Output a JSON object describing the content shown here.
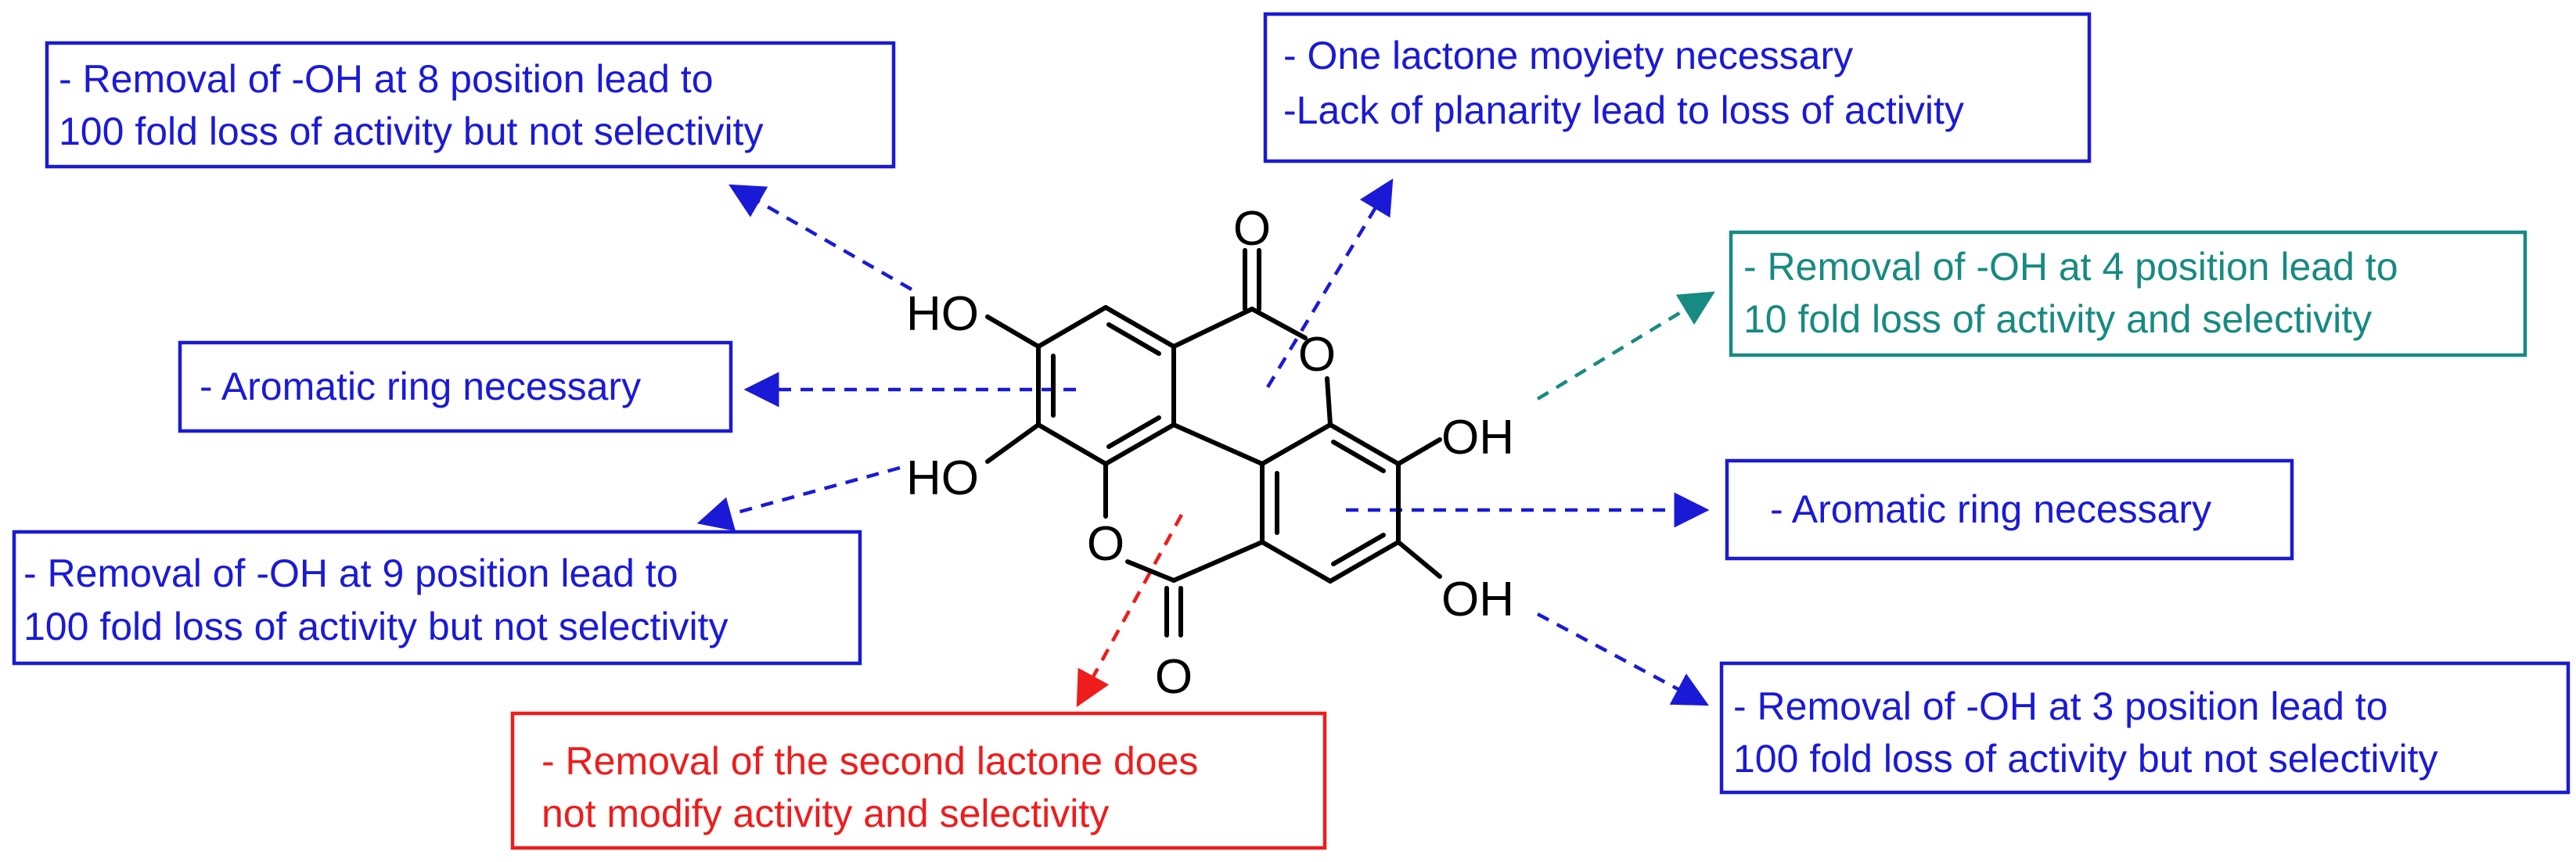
{
  "colors": {
    "blue": "#1a1ad6",
    "teal": "#178a82",
    "red": "#ee1c1c",
    "black": "#000000"
  },
  "annotations": {
    "oh8": {
      "line1": "- Removal of -OH at 8 position lead to",
      "line2": "100 fold loss of activity but not selectivity",
      "color": "blue"
    },
    "lactone_top": {
      "line1": "- One lactone moyiety necessary",
      "line2": "-Lack of planarity lead to loss of activity",
      "color": "blue"
    },
    "oh4": {
      "line1": "- Removal of -OH at 4 position lead to",
      "line2": "10 fold loss of activity and selectivity",
      "color": "teal"
    },
    "arom_left": {
      "line1": "- Aromatic ring necessary",
      "color": "blue"
    },
    "arom_right": {
      "line1": "- Aromatic ring necessary",
      "color": "blue"
    },
    "oh9": {
      "line1": "- Removal of -OH at 9 position lead to",
      "line2": "100 fold loss of activity but not selectivity",
      "color": "blue"
    },
    "oh3": {
      "line1": "- Removal of -OH at 3 position lead to",
      "line2": "100 fold loss of activity but not selectivity",
      "color": "blue"
    },
    "lactone_second": {
      "line1": "- Removal of the second lactone does",
      "line2": "not modify activity and selectivity",
      "color": "red"
    }
  },
  "molecule": {
    "labels": {
      "ho_top": "HO",
      "ho_mid": "HO",
      "oh_right_top": "OH",
      "oh_right_bottom": "OH",
      "o_carbonyl_top": "O",
      "o_ring_right": "O",
      "o_ring_left": "O",
      "o_carbonyl_bottom": "O"
    }
  }
}
